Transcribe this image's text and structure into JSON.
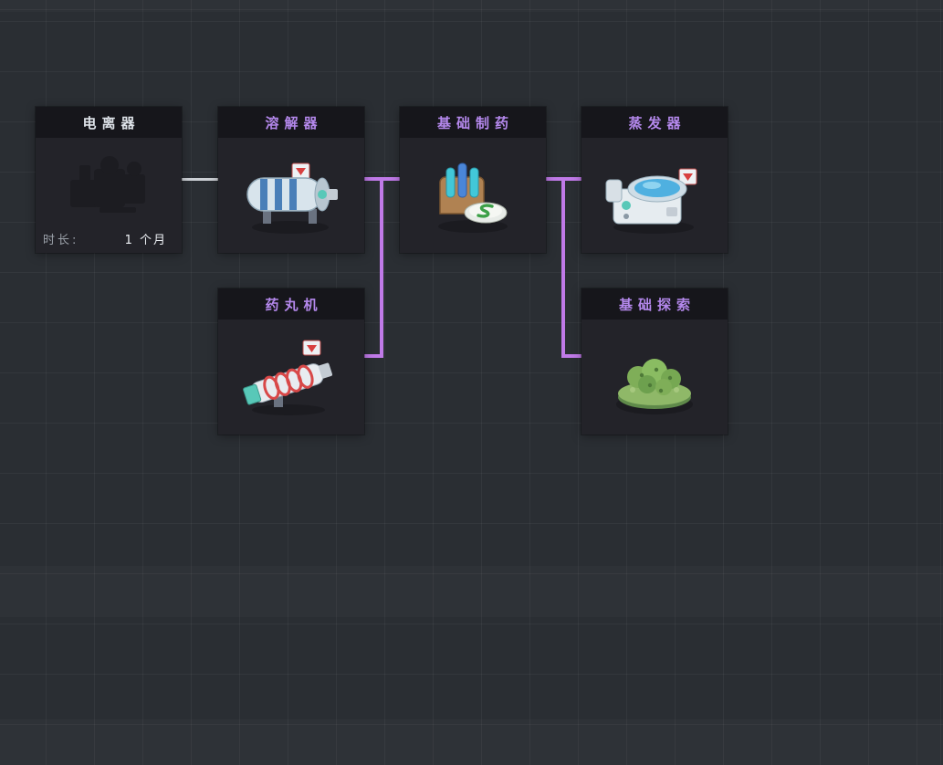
{
  "colors": {
    "background": "#2a2e33",
    "card_body": "#232329",
    "card_header": "#16161b",
    "title_purple": "#b488ec",
    "title_white": "#dde2e8",
    "link_white": "#ccd0d5",
    "link_purple": "#c07ae8",
    "duration_label_color": "#9aa0a8",
    "duration_value_color": "#eef1f5"
  },
  "tree": {
    "connections": [
      {
        "from": "电离器",
        "to": "溶解器",
        "color": "white"
      },
      {
        "from": "溶解器",
        "to": "基础制药",
        "color": "purple"
      },
      {
        "from": "溶解器",
        "to": "药丸机",
        "color": "purple"
      },
      {
        "from": "基础制药",
        "to": "蒸发器",
        "color": "purple"
      },
      {
        "from": "基础制药",
        "to": "基础探索",
        "color": "purple"
      }
    ]
  },
  "nodes": [
    {
      "id": "ionizer",
      "title": "电离器",
      "icon": "ionizer-machine-icon",
      "state": "researching",
      "duration": {
        "label": "时长:",
        "value": "1 个月"
      }
    },
    {
      "id": "dissolver",
      "title": "溶解器",
      "icon": "dissolver-machine-icon",
      "state": "available"
    },
    {
      "id": "basic-pharma",
      "title": "基础制药",
      "icon": "test-tubes-icon",
      "state": "available"
    },
    {
      "id": "evaporator",
      "title": "蒸发器",
      "icon": "evaporator-machine-icon",
      "state": "available"
    },
    {
      "id": "pill-machine",
      "title": "药丸机",
      "icon": "pill-press-icon",
      "state": "available"
    },
    {
      "id": "basic-explore",
      "title": "基础探索",
      "icon": "green-island-icon",
      "state": "available"
    }
  ]
}
